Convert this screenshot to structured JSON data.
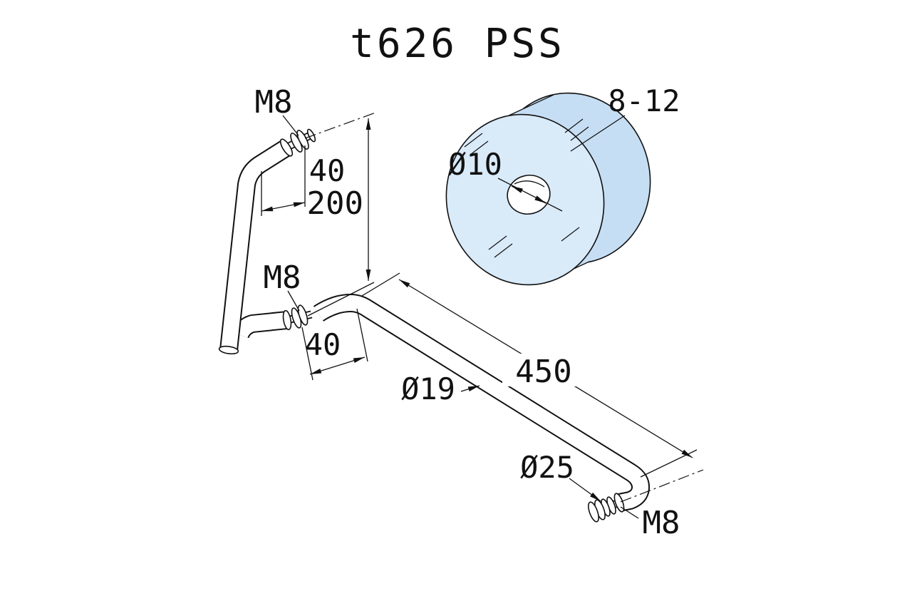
{
  "title": "t626 PSS",
  "colors": {
    "glass_face": "#d9eaf9",
    "glass_rim": "#c6def3",
    "line": "#111111"
  },
  "dimensions": {
    "thread_top": "M8",
    "thread_mid": "M8",
    "thread_end": "M8",
    "standoff_top": "40",
    "standoff_bottom": "40",
    "hole_spacing_vertical": "200",
    "hole_spacing_bar": "450",
    "tube_diameter": "Ø19",
    "end_cap_diameter": "Ø25",
    "glass_hole_diameter": "Ø10",
    "glass_thickness_range": "8-12"
  }
}
